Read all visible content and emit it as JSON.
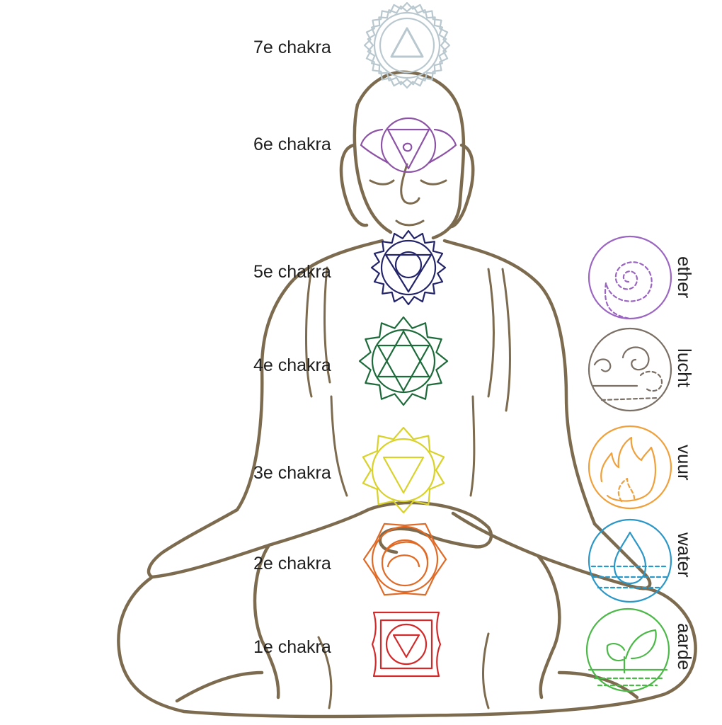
{
  "chakras": [
    {
      "label": "7e chakra",
      "color": "#b9c8cf"
    },
    {
      "label": "6e chakra",
      "color": "#8c52a5"
    },
    {
      "label": "5e chakra",
      "color": "#23246a"
    },
    {
      "label": "4e chakra",
      "color": "#1d6a3a"
    },
    {
      "label": "3e chakra",
      "color": "#d9d22a"
    },
    {
      "label": "2e chakra",
      "color": "#e06a25"
    },
    {
      "label": "1e chakra",
      "color": "#d22a2a"
    }
  ],
  "elements": [
    {
      "label": "ether",
      "icon": "spiral-ether-icon",
      "color": "#9b66c2"
    },
    {
      "label": "lucht",
      "icon": "cloud-air-icon",
      "color": "#7a6f64"
    },
    {
      "label": "vuur",
      "icon": "flame-fire-icon",
      "color": "#f0a03a"
    },
    {
      "label": "water",
      "icon": "droplet-water-icon",
      "color": "#2b97c7"
    },
    {
      "label": "aarde",
      "icon": "leaf-earth-icon",
      "color": "#4cb848"
    }
  ],
  "figure_color": "#7d6b4f"
}
